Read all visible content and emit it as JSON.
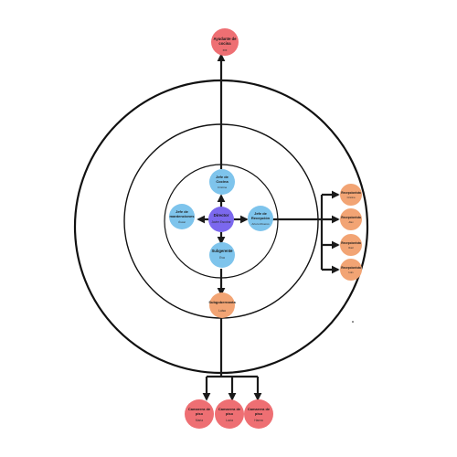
{
  "colors": {
    "director": "#7b68ee",
    "chief": "#7ec4ec",
    "staff_orange": "#f2a474",
    "staff_red": "#ee6f73",
    "line": "#1a1a1a"
  },
  "nodes": {
    "ayudante": {
      "title": [
        "Ayudante de",
        "cocina"
      ],
      "sub": "xxx"
    },
    "jefe_cocina": {
      "title": [
        "Jefe de",
        "Cocina"
      ],
      "sub": "Cristina"
    },
    "jefe_mantenciones": {
      "title": [
        "Jefe de",
        "mantenciones"
      ],
      "sub": "Óscar"
    },
    "director": {
      "title": [
        "Director"
      ],
      "sub": "Javier Escobar"
    },
    "jefe_recepcion": {
      "title": [
        "Jefe de",
        "Recepción"
      ],
      "sub": "Arturo Riveros"
    },
    "subgerente": {
      "title": [
        "Subgerente"
      ],
      "sub": "Eva"
    },
    "subgobernanta": {
      "title": [
        "Subgobernanta"
      ],
      "sub": "Luisa"
    },
    "recepcionistas": [
      {
        "title": [
          "Recepcionista"
        ],
        "sub": "Cristina"
      },
      {
        "title": [
          "Recepcionista"
        ],
        "sub": "Alex"
      },
      {
        "title": [
          "Recepcionista"
        ],
        "sub": "Raúl"
      },
      {
        "title": [
          "Recepcionista"
        ],
        "sub": "Iván"
      }
    ],
    "camareros": [
      {
        "title": [
          "Camarera de",
          "piso"
        ],
        "sub": "María"
      },
      {
        "title": [
          "Camarera de",
          "piso"
        ],
        "sub": "Lucía"
      },
      {
        "title": [
          "Camarera de",
          "piso"
        ],
        "sub": "Hanna"
      }
    ]
  }
}
